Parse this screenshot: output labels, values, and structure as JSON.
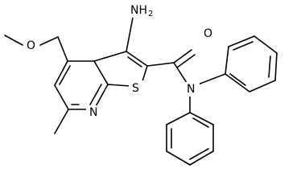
{
  "molecule": {
    "atoms": {
      "amine": {
        "main": "NH",
        "sub": "2"
      },
      "carbonyl_oxygen": "O",
      "ether_oxygen": "O",
      "amide_nitrogen": "N",
      "thiophene_sulfur": "S",
      "pyridine_nitrogen": "N"
    }
  }
}
